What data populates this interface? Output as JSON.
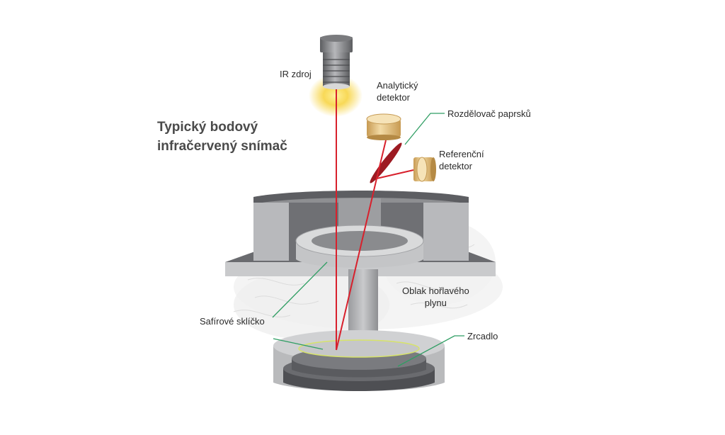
{
  "title": {
    "line1": "Typický bodový",
    "line2": "infračervený snímač"
  },
  "labels": {
    "ir_source": "IR zdroj",
    "analytic_detector_line1": "Analytický",
    "analytic_detector_line2": "detektor",
    "beam_splitter": "Rozdělovač paprsků",
    "reference_detector_line1": "Referenční",
    "reference_detector_line2": "detektor",
    "gas_cloud_line1": "Oblak hořlavého",
    "gas_cloud_line2": "plynu",
    "sapphire_glass": "Safírové sklíčko",
    "mirror": "Zrcadlo"
  },
  "colors": {
    "beam": "#d8202c",
    "leader": "#2f9e63",
    "detector": "#e3c184",
    "metal_dark": "#5f6064",
    "metal_mid": "#8d8e91",
    "metal_light": "#c7c8ca",
    "glow": "#f7d23a"
  }
}
